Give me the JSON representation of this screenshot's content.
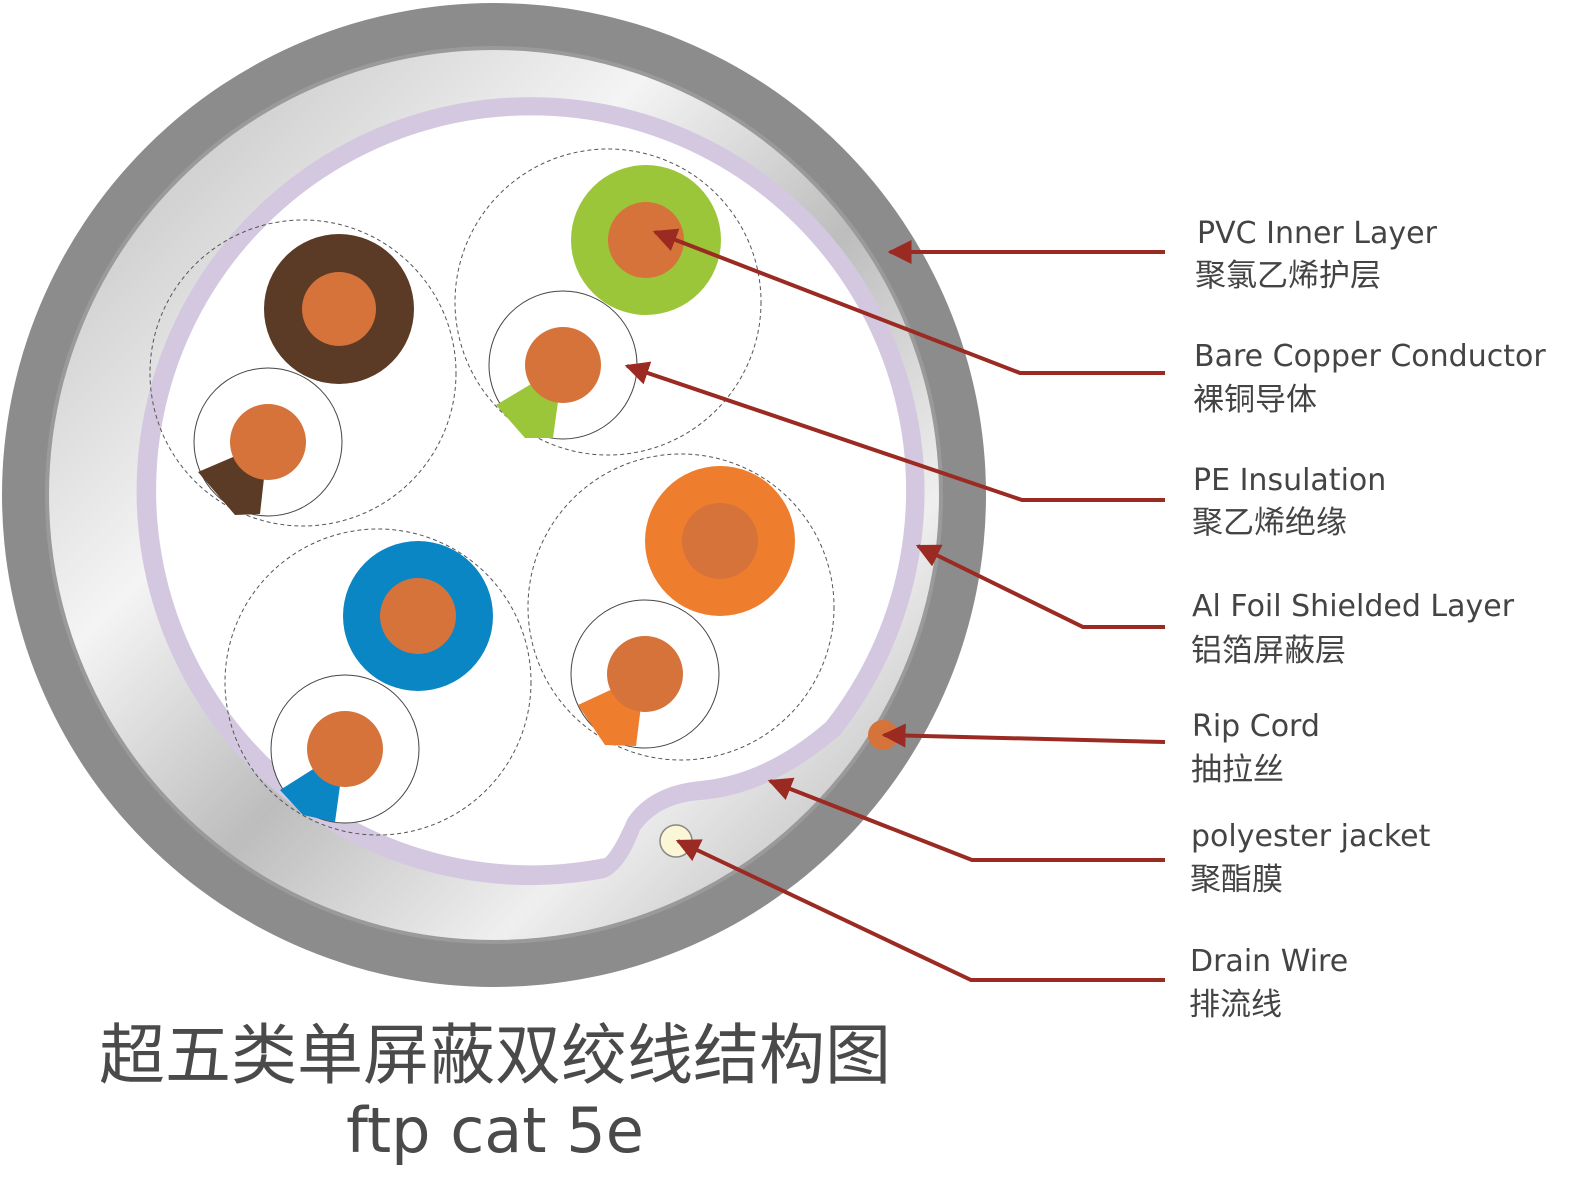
{
  "colors": {
    "jacket": "#8c8c8c",
    "inner_layer": "#c9c9c9",
    "foil": "#d4c8e0",
    "copper": "#d5733a",
    "arrow": "#9a2a22",
    "text": "#444444",
    "pairs": [
      "#5b3a26",
      "#9cc63a",
      "#0a86c4",
      "#ee7d2e"
    ]
  },
  "labels": [
    {
      "en": "PVC Inner Layer",
      "zh": "聚氯乙烯护层"
    },
    {
      "en": "Bare Copper Conductor",
      "zh": "裸铜导体"
    },
    {
      "en": "PE Insulation",
      "zh": "聚乙烯绝缘"
    },
    {
      "en": "Al Foil Shielded Layer",
      "zh": "铝箔屏蔽层"
    },
    {
      "en": "Rip Cord",
      "zh": "抽拉丝"
    },
    {
      "en": "polyester jacket",
      "zh": "聚酯膜"
    },
    {
      "en": "Drain Wire",
      "zh": "排流线"
    }
  ],
  "title": {
    "zh": "超五类单屏蔽双绞线结构图",
    "en": "ftp cat 5e"
  }
}
